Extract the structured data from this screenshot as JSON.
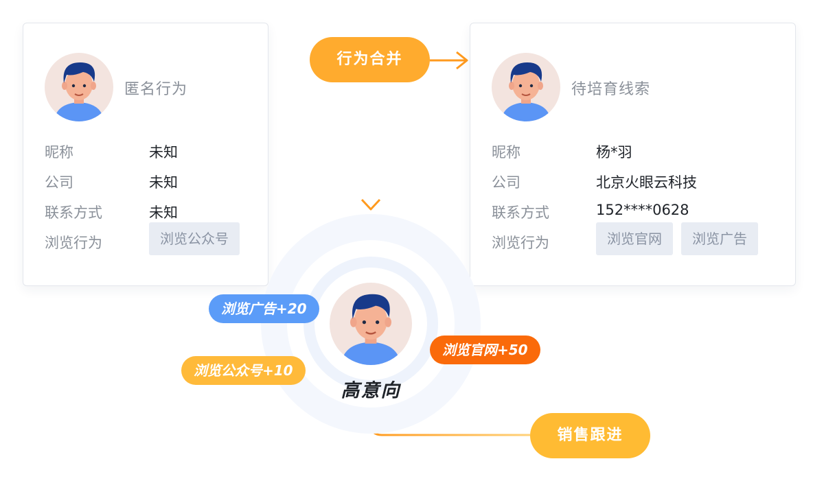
{
  "anonymous_card": {
    "title": "匿名行为",
    "rows": [
      {
        "label": "昵称",
        "value": "未知"
      },
      {
        "label": "公司",
        "value": "未知"
      },
      {
        "label": "联系方式",
        "value": "未知"
      }
    ],
    "behavior_label": "浏览行为",
    "tags": [
      "浏览公众号"
    ]
  },
  "lead_card": {
    "title": "待培育线索",
    "rows": [
      {
        "label": "昵称",
        "value": "杨*羽"
      },
      {
        "label": "公司",
        "value": "北京火眼云科技"
      },
      {
        "label": "联系方式",
        "value": "152****0628"
      }
    ],
    "behavior_label": "浏览行为",
    "tags": [
      "浏览官网",
      "浏览广告"
    ]
  },
  "merge_pill": "行为合并",
  "sales_pill": "销售跟进",
  "center": {
    "label": "高意向",
    "badges": [
      "浏览广告+20",
      "浏览官网+50",
      "浏览公众号+10"
    ]
  },
  "colors": {
    "orange": "#ffab2e",
    "deep_orange": "#fa6a0a",
    "blue": "#5b9cf8",
    "avatar_shirt": "#5b95f5",
    "hair": "#183a8a"
  },
  "icons": [
    "person-avatar-icon",
    "arrow-right-icon",
    "arrow-down-icon",
    "arrow-up-icon"
  ]
}
